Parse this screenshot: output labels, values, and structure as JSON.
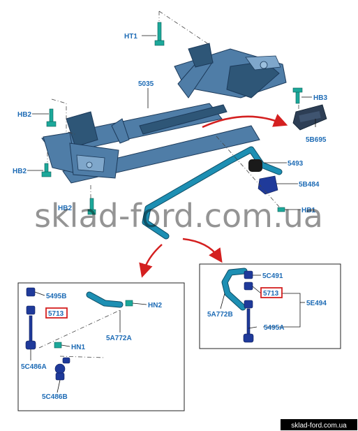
{
  "labels": {
    "ht1": "HT1",
    "p5035": "5035",
    "hb2_top": "HB2",
    "hb2_left": "HB2",
    "hb3": "HB3",
    "p5b695": "5B695",
    "p5493": "5493",
    "p5b484": "5B484",
    "hb1": "HB1",
    "hb2_center": "HB2",
    "p5495b": "5495B",
    "p5713_left": "5713",
    "hn2": "HN2",
    "p5a772a": "5A772A",
    "hn1": "HN1",
    "p5c486a": "5C486A",
    "p5c486b": "5C486B",
    "p5c491": "5C491",
    "p5713_right": "5713",
    "p5e494": "5E494",
    "p5a772b": "5A772B",
    "p5495a": "5495A"
  },
  "watermark": "sklad-ford.com.ua",
  "badge": "sklad-ford.com.ua",
  "colors": {
    "label": "#1d6bb5",
    "frame": "#4f7da7",
    "stabilizer_bar": "#1d8fb3",
    "bushing": "#1f3a9a",
    "bolt": "#1ca89a",
    "arrow": "#d42020",
    "highlight_box": "#d42020"
  }
}
